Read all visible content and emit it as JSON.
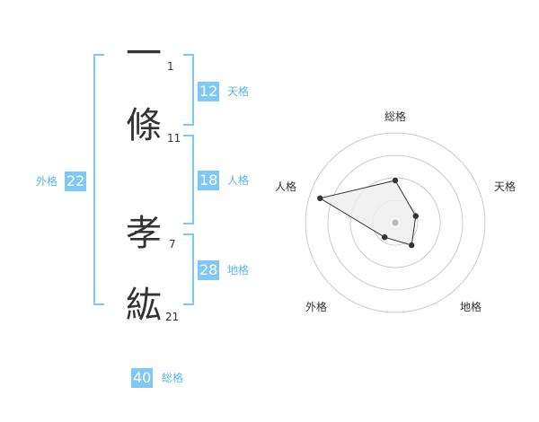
{
  "name": {
    "chars": [
      {
        "char": "一",
        "strokes": "1"
      },
      {
        "char": "條",
        "strokes": "11"
      },
      {
        "char": "孝",
        "strokes": "7"
      },
      {
        "char": "紘",
        "strokes": "21"
      }
    ]
  },
  "kaku": {
    "tenkaku": {
      "value": "12",
      "label": "天格"
    },
    "jinkaku": {
      "value": "18",
      "label": "人格"
    },
    "chikaku": {
      "value": "28",
      "label": "地格"
    },
    "gaikaku": {
      "value": "22",
      "label": "外格"
    },
    "soukaku": {
      "value": "40",
      "label": "総格"
    }
  },
  "chart_data": {
    "type": "radar",
    "axes": [
      "総格",
      "天格",
      "地格",
      "外格",
      "人格"
    ],
    "values": [
      0.47,
      0.24,
      0.31,
      0.2,
      0.88
    ],
    "rings": 4,
    "range": [
      0,
      1
    ],
    "colors": {
      "ring": "#cccccc",
      "fill": "#eeeeee",
      "line": "#333333",
      "point": "#333333",
      "center": "#bbbbbb"
    }
  }
}
